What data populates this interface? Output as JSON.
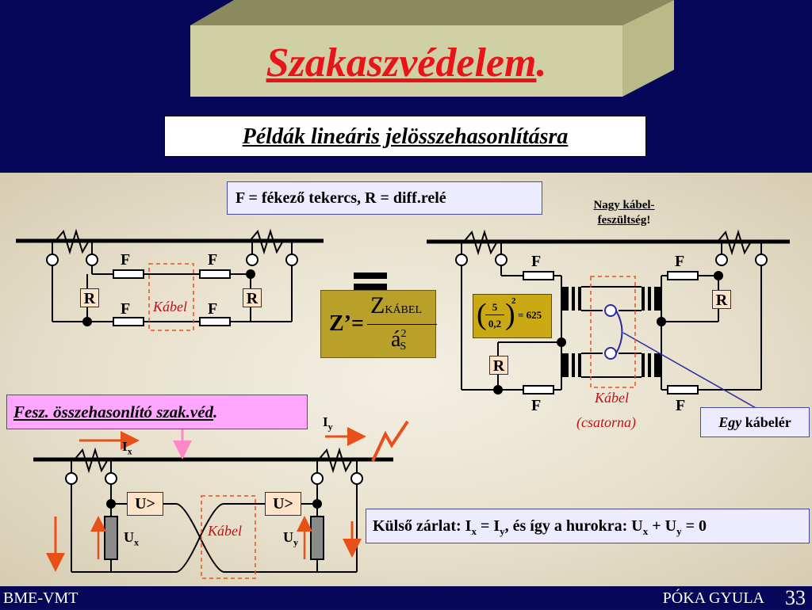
{
  "title": "Szakaszvédelem",
  "title_suffix": ".",
  "subtitle": "Példák lineáris jelösszehasonlításra",
  "legend_text": "F = fékező tekercs, R = diff.relé",
  "nagy_kabel_line1": "Nagy kábel-",
  "nagy_kabel_line2": "feszültség",
  "nagy_kabel_excl": "!",
  "formula": {
    "lhs": "Z’=",
    "num_main": "Z",
    "num_sub": "KÁBEL",
    "den_main": "á",
    "den_sup": "2",
    "den_sub": "S"
  },
  "ratio": {
    "num": "5",
    "den": "0,2",
    "exp": "2",
    "result": "= 625"
  },
  "labels": {
    "F": "F",
    "R": "R",
    "kabel": "Kábel",
    "csatorna": "(csatorna)",
    "Ix_main": "I",
    "Ix_sub": "x",
    "Iy_main": "I",
    "Iy_sub": "y",
    "Ux_main": "U",
    "Ux_sub": "x",
    "Uy_main": "U",
    "Uy_sub": "y",
    "U_relay": "U>"
  },
  "fesz_text": "Fesz. összehasonlító szak.véd",
  "fesz_suffix": ".",
  "egy_italic": "Egy",
  "egy_rest": " kábelér",
  "kulso": {
    "p1": "Külső zárlat: I",
    "s1": "x",
    "p2": " = I",
    "s2": "y",
    "p3": ", és így a hurokra: U",
    "s3": "x",
    "p4": " + U",
    "s4": "y",
    "p5": " = 0"
  },
  "footer_left": "BME-VMT",
  "footer_right": "PÓKA GYULA",
  "page_number": "33",
  "colors": {
    "title": "#e8141a",
    "background_top": "#07075a",
    "kabel": "#c0101a"
  }
}
